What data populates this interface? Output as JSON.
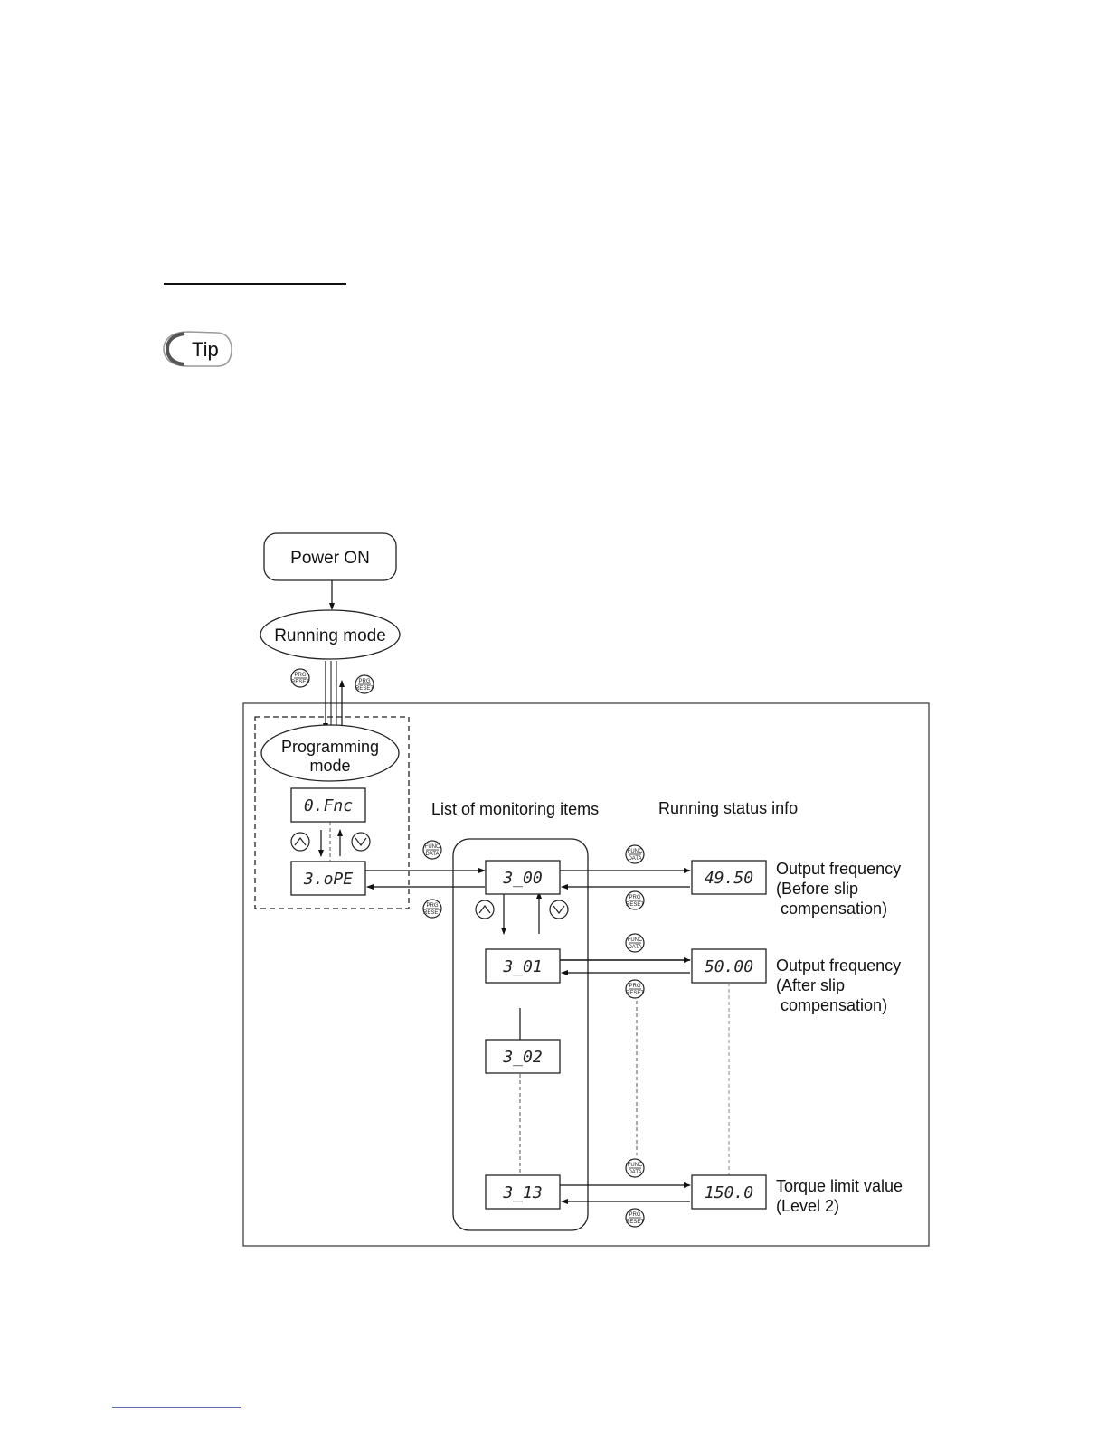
{
  "tip": {
    "label": "Tip"
  },
  "keys": {
    "prg_top": "PRG",
    "prg_bottom": "RESET",
    "func_top": "FUNC",
    "func_bottom": "DATA",
    "up": "∧",
    "down": "∨"
  },
  "diagram": {
    "power_on": "Power ON",
    "running_mode": "Running mode",
    "programming_mode_line1": "Programming",
    "programming_mode_line2": "mode",
    "display_menu_0": "0.Fnc",
    "display_menu_3": "3.oPE",
    "list_heading": "List of monitoring items",
    "status_heading": "Running status info",
    "monitor_items": [
      "3_00",
      "3_01",
      "3_02",
      "3_13"
    ],
    "status_values": [
      "49.50",
      "50.00",
      "150.0"
    ],
    "status_labels": [
      [
        "Output frequency",
        "(Before slip",
        " compensation)"
      ],
      [
        "Output frequency",
        "(After slip",
        " compensation)"
      ],
      [
        "Torque limit value",
        "(Level 2)"
      ]
    ]
  }
}
